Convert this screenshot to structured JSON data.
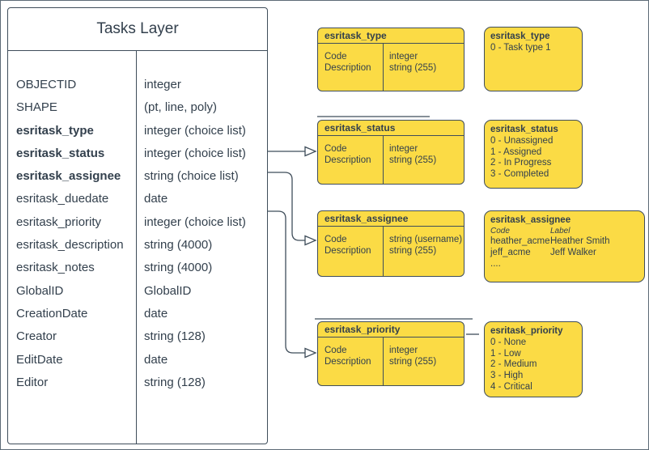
{
  "colors": {
    "box_fill": "#fbdb45",
    "stroke": "#3f4d5a",
    "text": "#33404d"
  },
  "table": {
    "title": "Tasks Layer",
    "rows": [
      {
        "name": "OBJECTID",
        "type": "integer"
      },
      {
        "name": "SHAPE",
        "type": "(pt, line, poly)"
      },
      {
        "name": "esritask_type",
        "type": "integer (choice list)"
      },
      {
        "name": "esritask_status",
        "type": "integer (choice list)"
      },
      {
        "name": "esritask_assignee",
        "type": "string (choice list)"
      },
      {
        "name": "esritask_duedate",
        "type": "date"
      },
      {
        "name": "esritask_priority",
        "type": "integer (choice list)"
      },
      {
        "name": "esritask_description",
        "type": "string (4000)"
      },
      {
        "name": "esritask_notes",
        "type": "string (4000)"
      },
      {
        "name": "GlobalID",
        "type": "GlobalID"
      },
      {
        "name": "CreationDate",
        "type": "date"
      },
      {
        "name": "Creator",
        "type": "string (128)"
      },
      {
        "name": "EditDate",
        "type": "date"
      },
      {
        "name": "Editor",
        "type": "string (128)"
      }
    ]
  },
  "field_tables": [
    {
      "title": "esritask_type",
      "fields": [
        "Code",
        "Description"
      ],
      "types": [
        "integer",
        "string (255)"
      ]
    },
    {
      "title": "esritask_status",
      "fields": [
        "Code",
        "Description"
      ],
      "types": [
        "integer",
        "string (255)"
      ]
    },
    {
      "title": "esritask_assignee",
      "fields": [
        "Code",
        "Description"
      ],
      "types": [
        "string (username)",
        "string (255)"
      ]
    },
    {
      "title": "esritask_priority",
      "fields": [
        "Code",
        "Description"
      ],
      "types": [
        "integer",
        "string (255)"
      ]
    }
  ],
  "domain_values": [
    {
      "title": "esritask_type",
      "values": [
        "0 - Task type 1"
      ]
    },
    {
      "title": "esritask_status",
      "values": [
        "0 - Unassigned",
        "1 - Assigned",
        "2 - In Progress",
        "3 - Completed"
      ]
    },
    {
      "title": "esritask_assignee",
      "col_headers": {
        "code": "Code",
        "label": "Label"
      },
      "entries": [
        {
          "code": "heather_acme",
          "label": "Heather Smith"
        },
        {
          "code": "jeff_acme",
          "label": "Jeff Walker"
        }
      ],
      "ellipsis": "...."
    },
    {
      "title": "esritask_priority",
      "values": [
        "0 - None",
        "1 - Low",
        "2 - Medium",
        "3 - High",
        "4 - Critical"
      ]
    }
  ]
}
